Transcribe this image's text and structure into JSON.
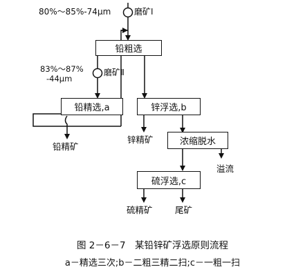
{
  "diagram": {
    "feed_grind_spec": "80%～85%-74μm",
    "mill_1": "磨矿Ⅰ",
    "mill_2": "磨矿Ⅱ",
    "regrind_spec_line1": "83%～87%",
    "regrind_spec_line2": "-44μm",
    "lead_rougher": "铅粗选",
    "lead_cleaner": "铅精选,a",
    "zinc_flotation": "锌浮选,b",
    "thickening": "浓缩脱水",
    "sulfur_flotation": "硫浮选,c",
    "lead_concentrate": "铅精矿",
    "zinc_concentrate": "锌精矿",
    "overflow": "溢流",
    "sulfur_concentrate": "硫精矿",
    "tailings": "尾矿"
  },
  "caption": {
    "title": "图 2－6－7　某铅锌矿浮选原则流程",
    "legend": "a－精选三次;b－二粗三精二扫;c－一粗一扫"
  }
}
